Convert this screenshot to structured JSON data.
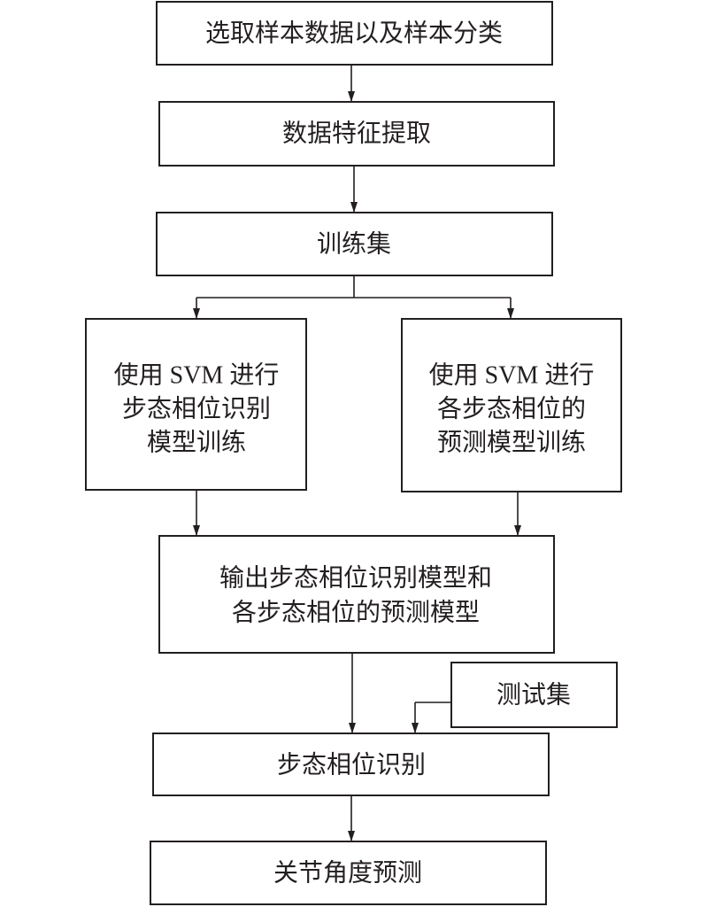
{
  "colors": {
    "stroke": "#231f20",
    "background": "#ffffff"
  },
  "nodes": {
    "sample_selection": "选取样本数据以及样本分类",
    "feature_extraction": "数据特征提取",
    "training_set": "训练集",
    "phase_recognition_training": [
      "使用 SVM 进行",
      "步态相位识别",
      "模型训练"
    ],
    "phase_prediction_training": [
      "使用 SVM 进行",
      "各步态相位的",
      "预测模型训练"
    ],
    "output_models": [
      "输出步态相位识别模型和",
      "各步态相位的预测模型"
    ],
    "test_set": "测试集",
    "phase_recognition": "步态相位识别",
    "joint_angle_prediction": "关节角度预测"
  }
}
